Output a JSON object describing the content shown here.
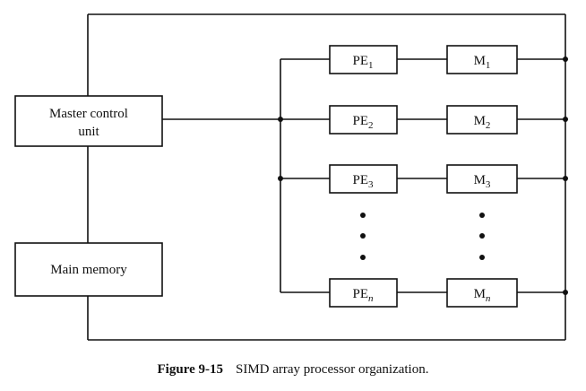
{
  "diagram": {
    "master_control": {
      "line1": "Master control",
      "line2": "unit"
    },
    "main_memory": "Main memory",
    "pes": [
      {
        "base": "PE",
        "sub": "1"
      },
      {
        "base": "PE",
        "sub": "2"
      },
      {
        "base": "PE",
        "sub": "3"
      },
      {
        "base": "PE",
        "sub": "n"
      }
    ],
    "mems": [
      {
        "base": "M",
        "sub": "1"
      },
      {
        "base": "M",
        "sub": "2"
      },
      {
        "base": "M",
        "sub": "3"
      },
      {
        "base": "M",
        "sub": "n"
      }
    ]
  },
  "caption": {
    "figure": "Figure 9-15",
    "text": "SIMD array processor organization."
  }
}
